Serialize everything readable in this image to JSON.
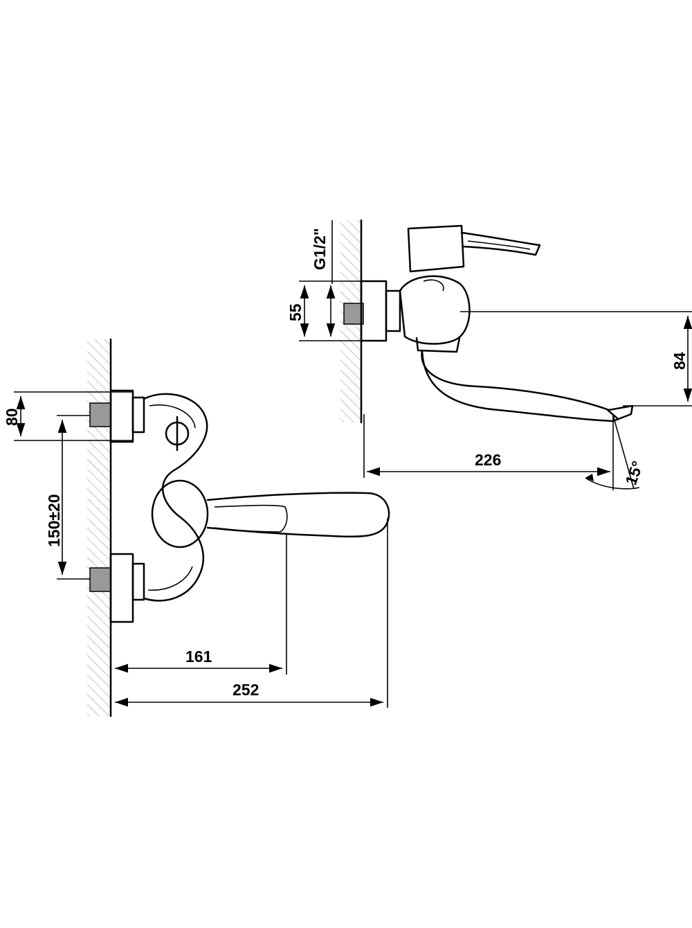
{
  "dimensions": {
    "thread": "G1/2\"",
    "flange_diameter": "55",
    "spout_height": "84",
    "spout_reach": "226",
    "spout_angle": "15°",
    "body_height": "80",
    "inlet_spacing": "150±20",
    "handle_reach": "161",
    "total_depth": "252"
  },
  "colors": {
    "line": "#000000",
    "hatch": "#888888",
    "background": "#ffffff"
  }
}
